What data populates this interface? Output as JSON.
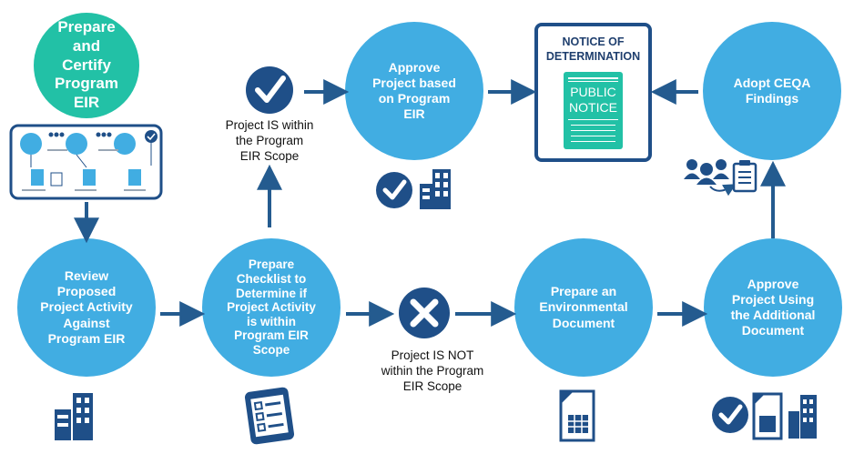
{
  "nodes": {
    "prepare_certify": "Prepare\nand Certify\nProgram\nEIR",
    "review": "Review\nProposed\nProject Activity\nAgainst\nProgram EIR",
    "prepare_checklist": "Prepare\nChecklist to\nDetermine if\nProject Activity\nis within\nProgram EIR\nScope",
    "approve_program": "Approve\nProject based\non Program\nEIR",
    "prepare_env_doc": "Prepare an\nEnvironmental\nDocument",
    "approve_additional": "Approve\nProject Using\nthe Additional\nDocument",
    "adopt_ceqa": "Adopt CEQA\nFindings"
  },
  "notice": {
    "title": "NOTICE OF\nDETERMINATION",
    "sign_line1": "PUBLIC",
    "sign_line2": "NOTICE"
  },
  "labels": {
    "within_scope": "Project IS within\nthe Program\nEIR Scope",
    "not_within_scope": "Project IS NOT\nwithin the Program\nEIR Scope"
  },
  "colors": {
    "circle_blue": "#41ade2",
    "circle_teal": "#22c1a6",
    "arrow_navy": "#245b8f",
    "icon_navy": "#1f4f88"
  },
  "icons": [
    "checkmark-icon",
    "x-mark-icon",
    "building-icon",
    "tablet-checklist-icon",
    "document-icon",
    "people-group-icon",
    "clipboard-icon",
    "eir-process-thumbnail"
  ]
}
